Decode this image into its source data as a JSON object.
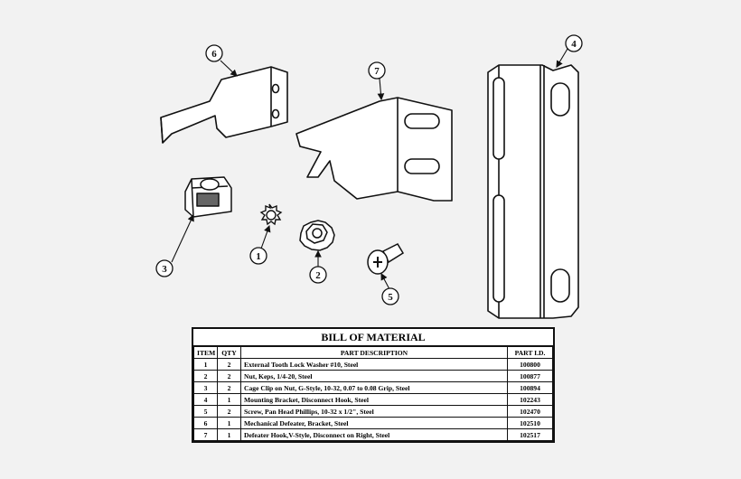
{
  "callouts": [
    {
      "id": "callout-6",
      "label": "6"
    },
    {
      "id": "callout-7",
      "label": "7"
    },
    {
      "id": "callout-4",
      "label": "4"
    },
    {
      "id": "callout-3",
      "label": "3"
    },
    {
      "id": "callout-1",
      "label": "1"
    },
    {
      "id": "callout-2",
      "label": "2"
    },
    {
      "id": "callout-5",
      "label": "5"
    }
  ],
  "bom": {
    "title": "BILL OF MATERIAL",
    "headers": [
      "ITEM",
      "QTY",
      "PART DESCRIPTION",
      "PART I.D."
    ],
    "rows": [
      {
        "item": "1",
        "qty": "2",
        "desc": "External Tooth Lock Washer #10, Steel",
        "part_id": "100800"
      },
      {
        "item": "2",
        "qty": "2",
        "desc": "Nut, Keps, 1/4-20, Steel",
        "part_id": "100877"
      },
      {
        "item": "3",
        "qty": "2",
        "desc": "Cage Clip on Nut, G-Style, 10-32, 0.07 to 0.08 Grip, Steel",
        "part_id": "100894"
      },
      {
        "item": "4",
        "qty": "1",
        "desc": "Mounting Bracket, Disconnect Hook, Steel",
        "part_id": "102243"
      },
      {
        "item": "5",
        "qty": "2",
        "desc": "Screw, Pan Head Phillips, 10-32 x 1/2\", Steel",
        "part_id": "102470"
      },
      {
        "item": "6",
        "qty": "1",
        "desc": "Mechanical Defeater, Bracket, Steel",
        "part_id": "102510"
      },
      {
        "item": "7",
        "qty": "1",
        "desc": "Defeater Hook,V-Style, Disconnect on Right, Steel",
        "part_id": "102517"
      }
    ]
  }
}
